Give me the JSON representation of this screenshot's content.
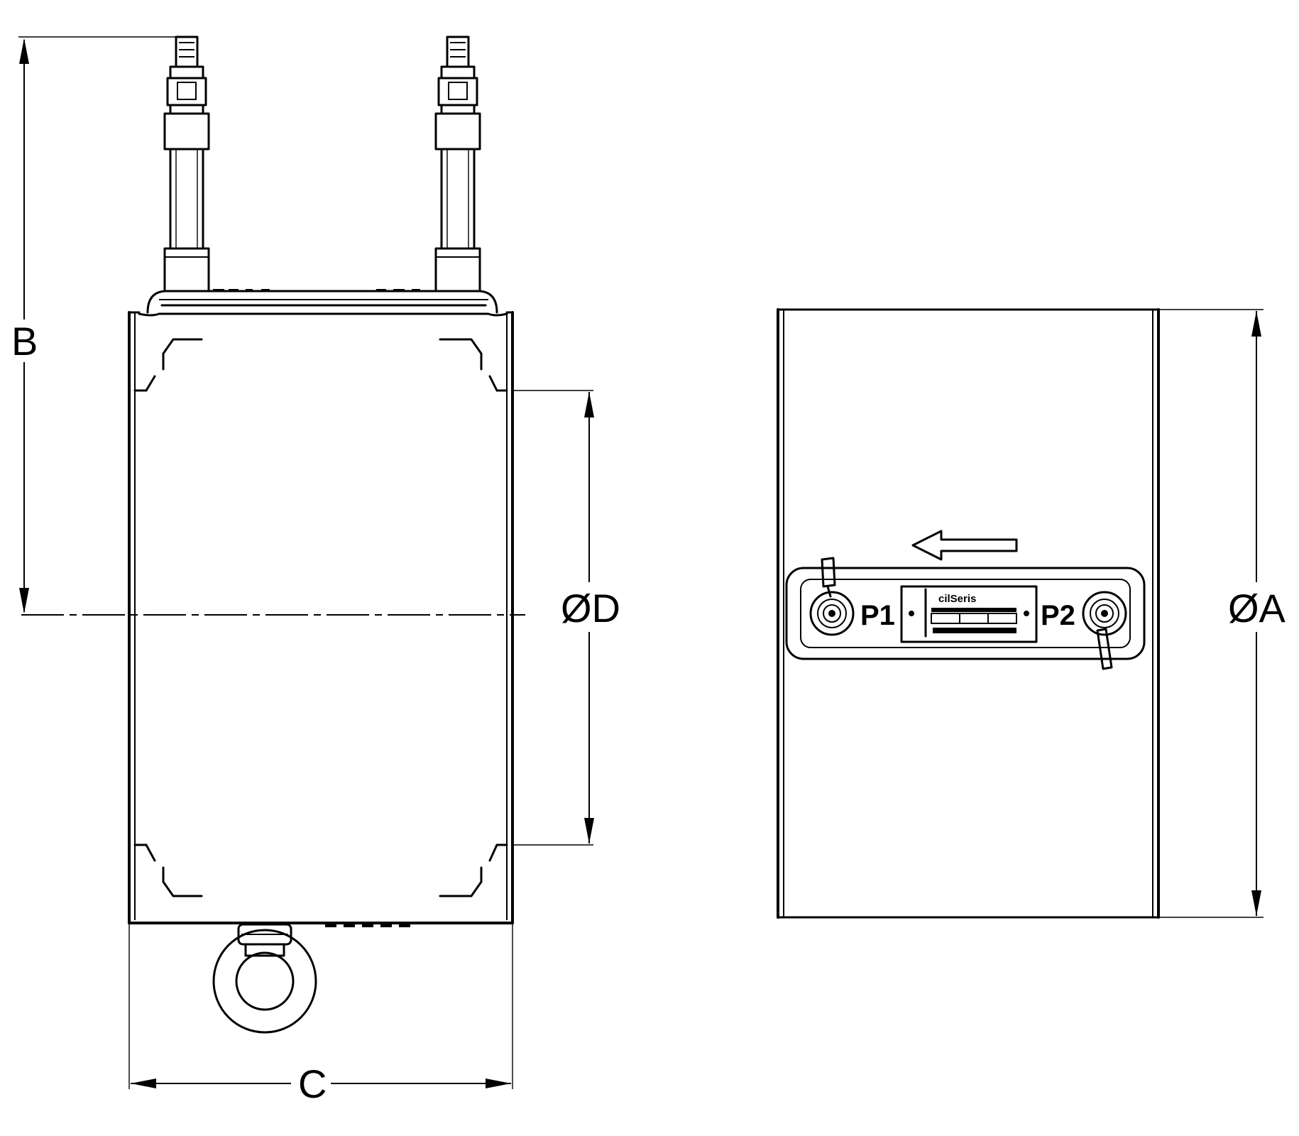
{
  "dimensions": {
    "height_label": "B",
    "width_label": "C",
    "inner_diameter_label": "ØD",
    "outer_diameter_label": "ØA"
  },
  "ports": {
    "port1_label": "P1",
    "port2_label": "P2"
  },
  "nameplate": {
    "brand": "cilSeris"
  }
}
